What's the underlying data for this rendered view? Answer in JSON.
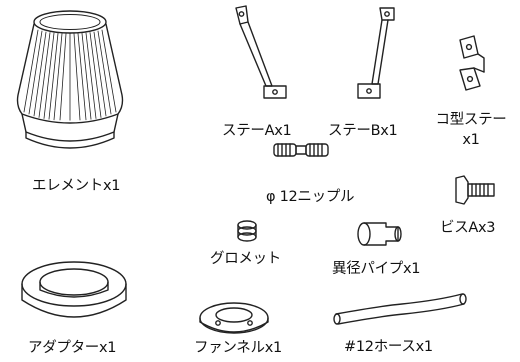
{
  "parts": {
    "air_filter": "エレメントx1",
    "stay_a": "ステーAx1",
    "stay_b": "ステーBx1",
    "u_stay_line1": "コ型ステー",
    "u_stay_line2": "x1",
    "nipple": "φ 12ニップル",
    "bolt": "ビスAx3",
    "grommet": "グロメット",
    "reducer_pipe": "異径パイプx1",
    "adapter": "アダプターx1",
    "funnel": "ファンネルx1",
    "hose": "#12ホースx1"
  }
}
